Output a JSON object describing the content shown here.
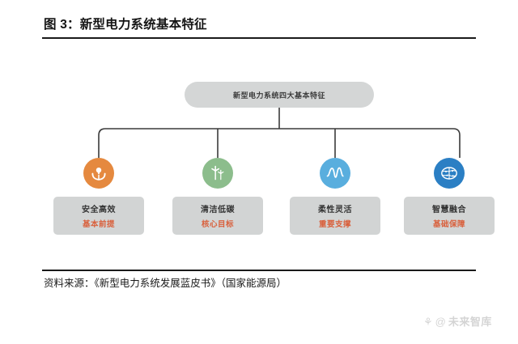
{
  "figure": {
    "title": "图 3：新型电力系统基本特征",
    "source": "资料来源：《新型电力系统发展蓝皮书》（国家能源局）"
  },
  "diagram": {
    "type": "tree",
    "root": {
      "label": "新型电力系统四大基本特征",
      "fill": "#d4d6d6"
    },
    "branches": [
      {
        "title": "安全高效",
        "subtitle": "基本前提",
        "icon": "hands-lightbulb-icon",
        "icon_color": "#e5893f",
        "card_fill": "#d2d4d4",
        "subtitle_color": "#d9603c"
      },
      {
        "title": "清洁低碳",
        "subtitle": "核心目标",
        "icon": "wind-turbine-icon",
        "icon_color": "#8cbd8c",
        "card_fill": "#d2d4d4",
        "subtitle_color": "#d9603c"
      },
      {
        "title": "柔性灵活",
        "subtitle": "重要支撑",
        "icon": "waveform-icon",
        "icon_color": "#59aede",
        "card_fill": "#d2d4d4",
        "subtitle_color": "#d9603c"
      },
      {
        "title": "智慧融合",
        "subtitle": "基础保障",
        "icon": "brain-network-icon",
        "icon_color": "#2b7fc4",
        "card_fill": "#d2d4d4",
        "subtitle_color": "#d9603c"
      }
    ],
    "connector_color": "#3a3a3a"
  },
  "watermark": {
    "glyph_paw": "⚘",
    "glyph_at": "@",
    "text": "未来智库"
  }
}
